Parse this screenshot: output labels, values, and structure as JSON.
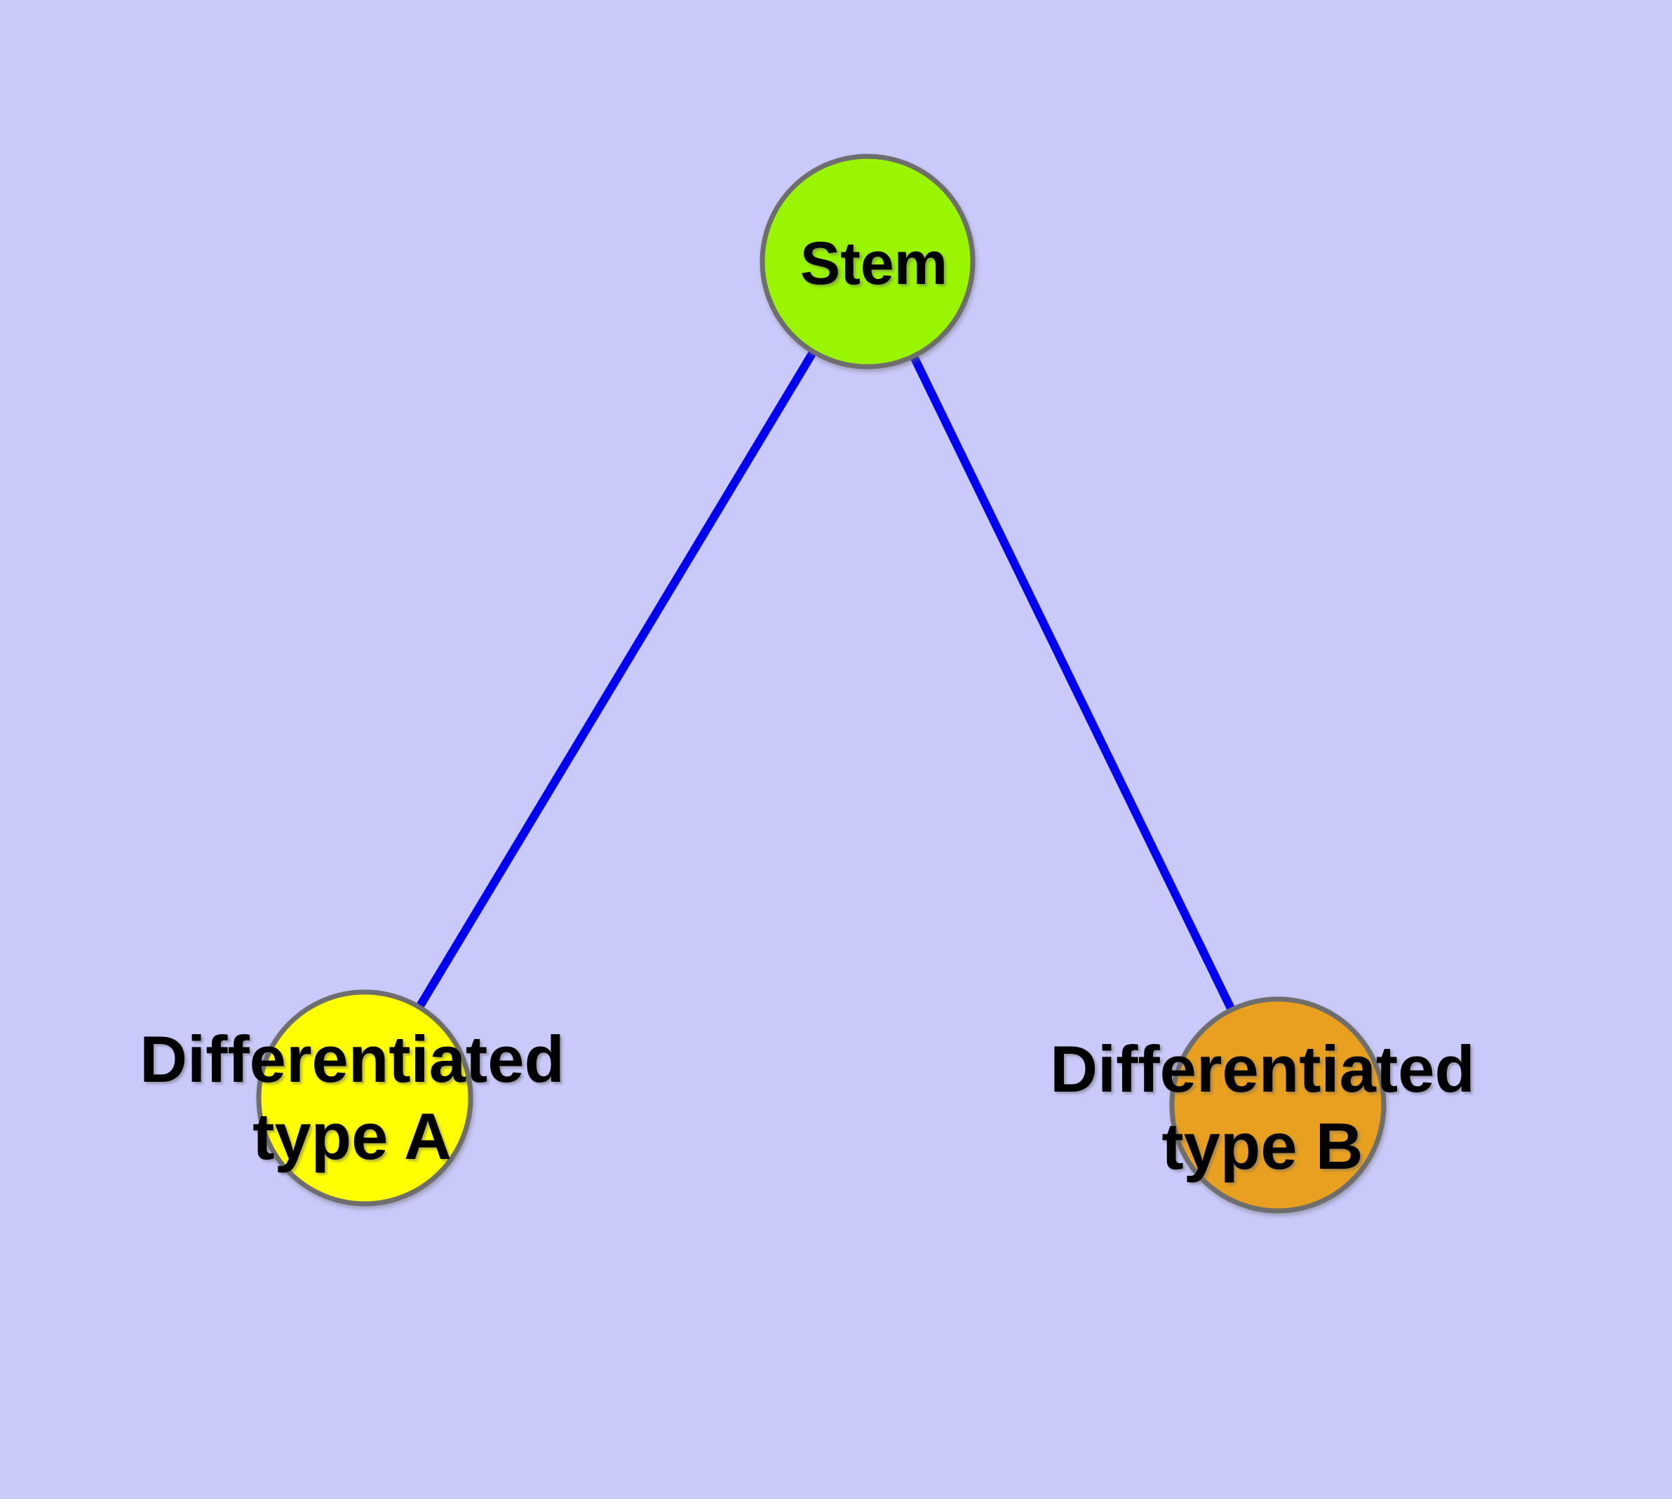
{
  "canvas": {
    "background_color": "#C9C9FA",
    "edge_color": "#0000F2",
    "node_border_color": "#6E6E6E",
    "text_color": "#000000"
  },
  "nodes": {
    "stem": {
      "label": "Stem",
      "fill": "#99F500"
    },
    "type_a": {
      "label": "Differentiated type A",
      "label_line1": "Differentiated",
      "label_line2": "type A",
      "fill": "#FFFF00"
    },
    "type_b": {
      "label": "Differentiated type B",
      "label_line1": "Differentiated",
      "label_line2": "type B",
      "fill": "#E8A01E"
    }
  },
  "edges": [
    {
      "from": "Stem",
      "to": "Differentiated type A"
    },
    {
      "from": "Stem",
      "to": "Differentiated type B"
    }
  ]
}
